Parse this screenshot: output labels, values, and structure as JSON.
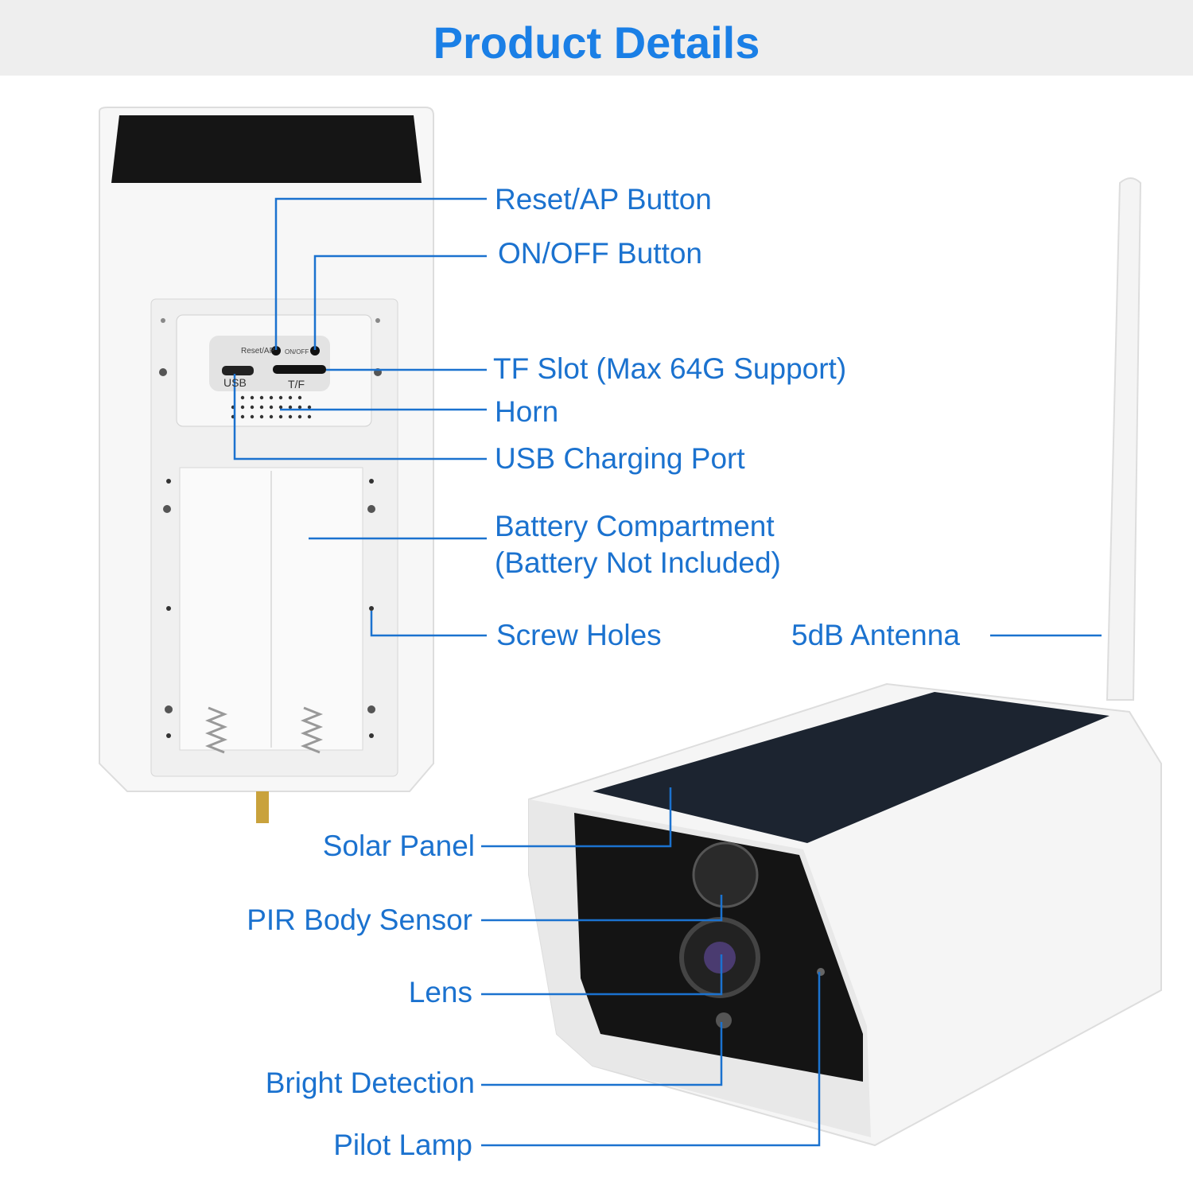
{
  "header": {
    "title": "Product Details"
  },
  "device_markings": {
    "reset": "Reset/AP",
    "onoff": "ON/OFF",
    "usb": "USB",
    "tf": "T/F"
  },
  "labels": {
    "reset_ap": "Reset/AP Button",
    "on_off": "ON/OFF Button",
    "tf_slot": "TF Slot (Max 64G Support)",
    "horn": "Horn",
    "usb_port": "USB Charging Port",
    "battery_line1": "Battery Compartment",
    "battery_line2": "(Battery Not Included)",
    "screw_holes": "Screw Holes",
    "antenna": "5dB Antenna",
    "solar_panel": "Solar Panel",
    "pir": "PIR Body Sensor",
    "lens": "Lens",
    "bright_detection": "Bright Detection",
    "pilot_lamp": "Pilot Lamp"
  },
  "colors": {
    "title": "#1a7fe6",
    "label": "#1b72cf",
    "leader": "#1b72cf"
  }
}
